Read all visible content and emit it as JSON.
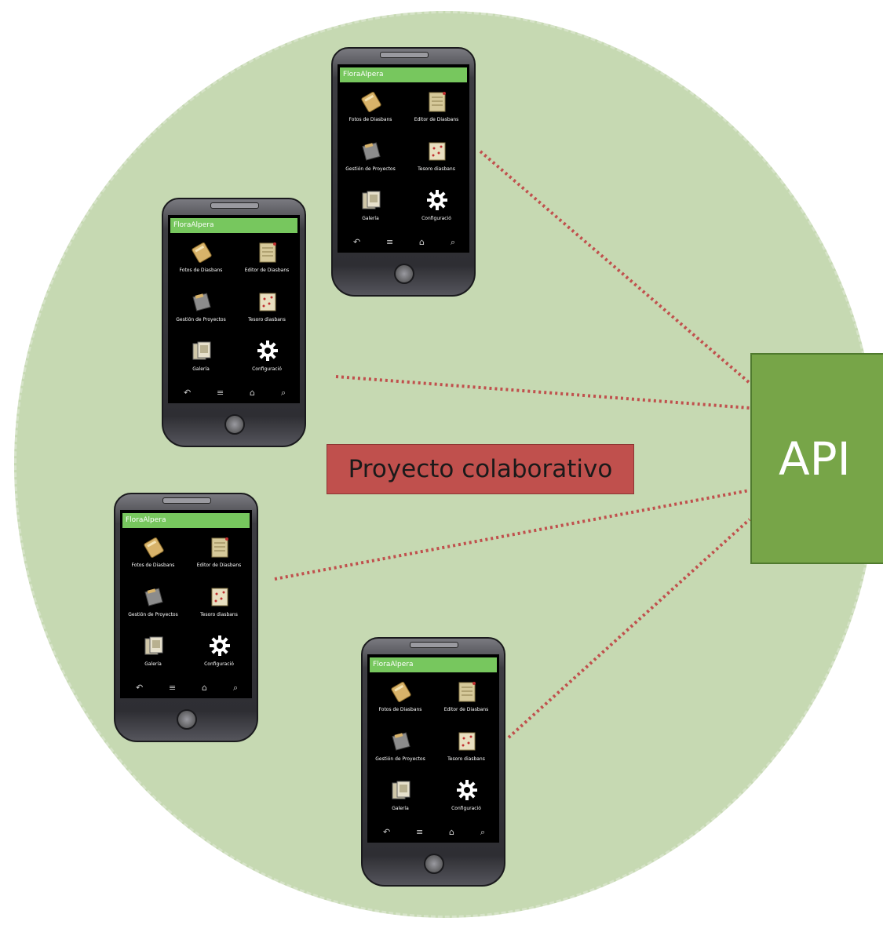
{
  "diagram": {
    "center_label": "Proyecto colaborativo",
    "api_label": "API",
    "colors": {
      "background_circle": "#c6d9b2",
      "link": "#c0504d",
      "api_box": "#77a548",
      "label_box": "#c0504d",
      "phone_titlebar": "#77c75e"
    }
  },
  "phone_app": {
    "title": "FloraAlpera",
    "menu": [
      {
        "label": "Fotos de Diasbans",
        "icon": "book-icon"
      },
      {
        "label": "Editor de Diasbans",
        "icon": "notepad-icon"
      },
      {
        "label": "Gestión de Proyectos",
        "icon": "folder-icon"
      },
      {
        "label": "Tesoro diasbans",
        "icon": "map-icon"
      },
      {
        "label": "Galería",
        "icon": "gallery-icon"
      },
      {
        "label": "Configuració",
        "icon": "gear-icon"
      }
    ],
    "nav": [
      "back-icon",
      "menu-icon",
      "home-icon",
      "search-icon"
    ]
  }
}
